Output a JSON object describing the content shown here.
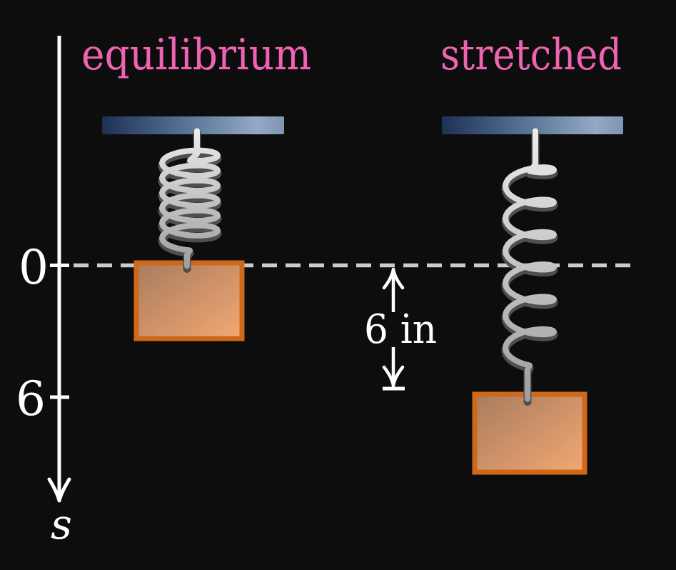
{
  "labels": {
    "left": "equilibrium",
    "right": "stretched"
  },
  "axis": {
    "tick_zero": "0",
    "tick_six": "6",
    "label": "s"
  },
  "dimension": {
    "label": "6 in"
  },
  "colors": {
    "background": "#0d0d0d",
    "pink": "#ee63b2",
    "white": "#ffffff",
    "dash": "#cccccc",
    "bar_a": "#1d3156",
    "bar_b": "#64809f",
    "bar_c": "#95a9c5",
    "bar_d": "#8094b3",
    "box_border": "#d0681a",
    "box_dark": "#a87c5e",
    "box_light": "#f3a873",
    "spring_hi": "#ebebeb",
    "spring_lo": "#9e9e9e",
    "spring_shadow": "#4f4f4f"
  }
}
